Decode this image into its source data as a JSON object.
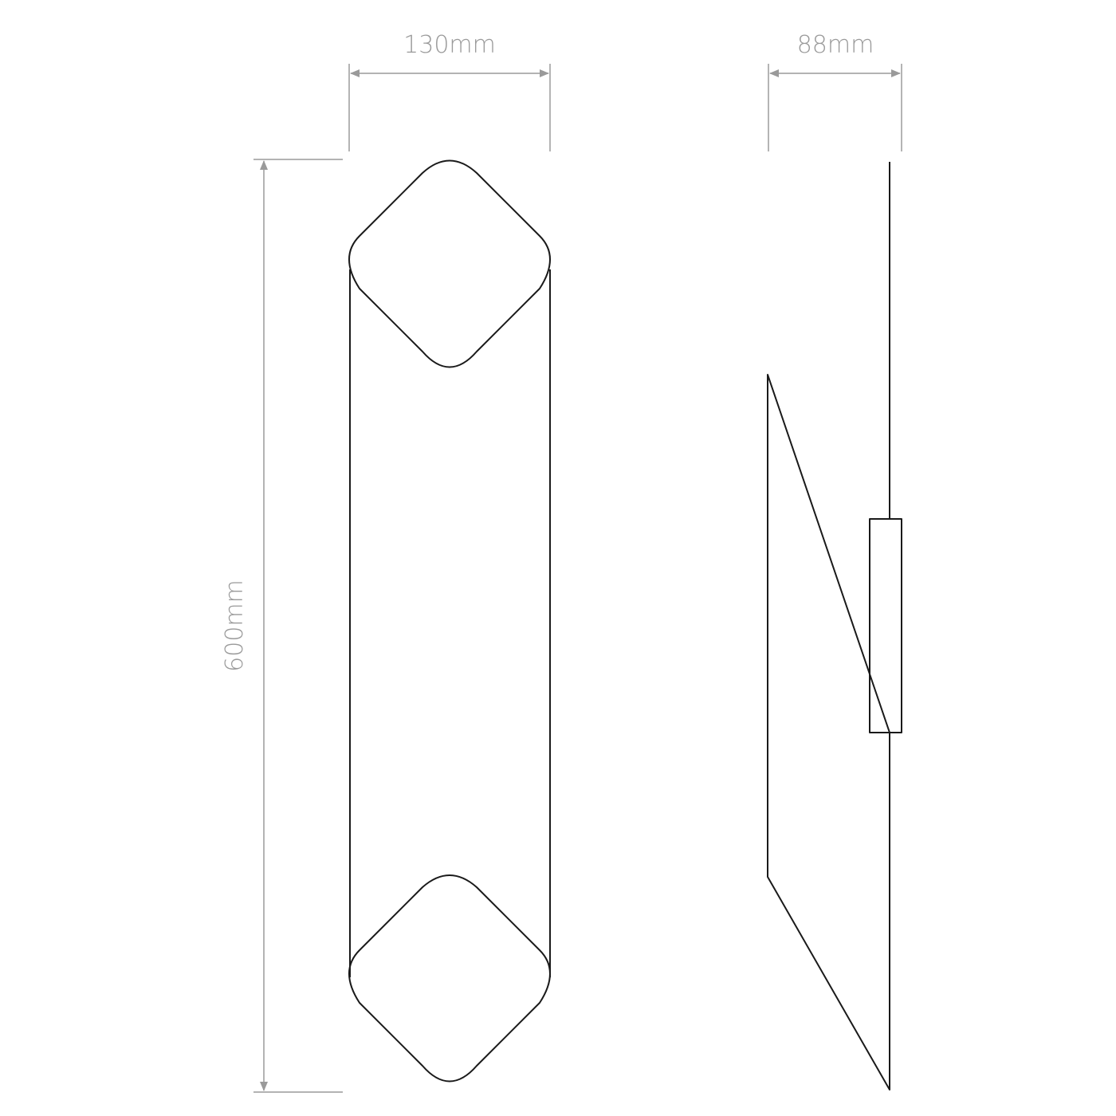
{
  "dimensions": {
    "front_width": "130mm",
    "side_depth": "88mm",
    "height": "600mm"
  },
  "colors": {
    "outline": "#1a1a1a",
    "dimension": "#9a9a9a",
    "background": "#ffffff"
  }
}
